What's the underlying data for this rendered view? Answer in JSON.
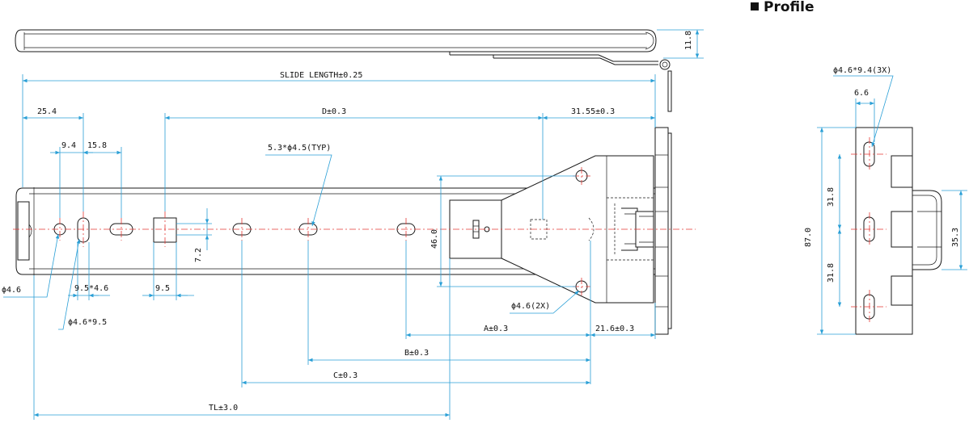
{
  "header": {
    "title": "Profile"
  },
  "dimensions": {
    "slide_length": "SLIDE LENGTH±0.25",
    "d_025_4": "25.4",
    "d_9_4": "9.4",
    "d_15_8": "15.8",
    "d_D": "D±0.3",
    "d_31_55": "31.55±0.3",
    "d_slot_typ": "5.3*ϕ4.5(TYP)",
    "d_11_8": "11.8",
    "d_46": "46.0",
    "d_7_2": "7.2",
    "d_phi46": "ϕ4.6",
    "d_9_5x4_6": "9.5*4.6",
    "d_9_5": "9.5",
    "d_phi46x95": "ϕ4.6*9.5",
    "d_phi46_2x": "ϕ4.6(2X)",
    "d_A": "A±0.3",
    "d_21_6": "21.6±0.3",
    "d_B": "B±0.3",
    "d_C": "C±0.3",
    "d_TL": "TL±3.0"
  },
  "profile": {
    "d_slot": "ϕ4.6*9.4(3X)",
    "d_6_6": "6.6",
    "d_31_8_top": "31.8",
    "d_31_8_bottom": "31.8",
    "d_87": "87.0",
    "d_35_3": "35.3"
  },
  "colors": {
    "dimension_lines": "#2a9fd6",
    "center_lines": "#e53935",
    "outline": "#1a1a1a"
  }
}
